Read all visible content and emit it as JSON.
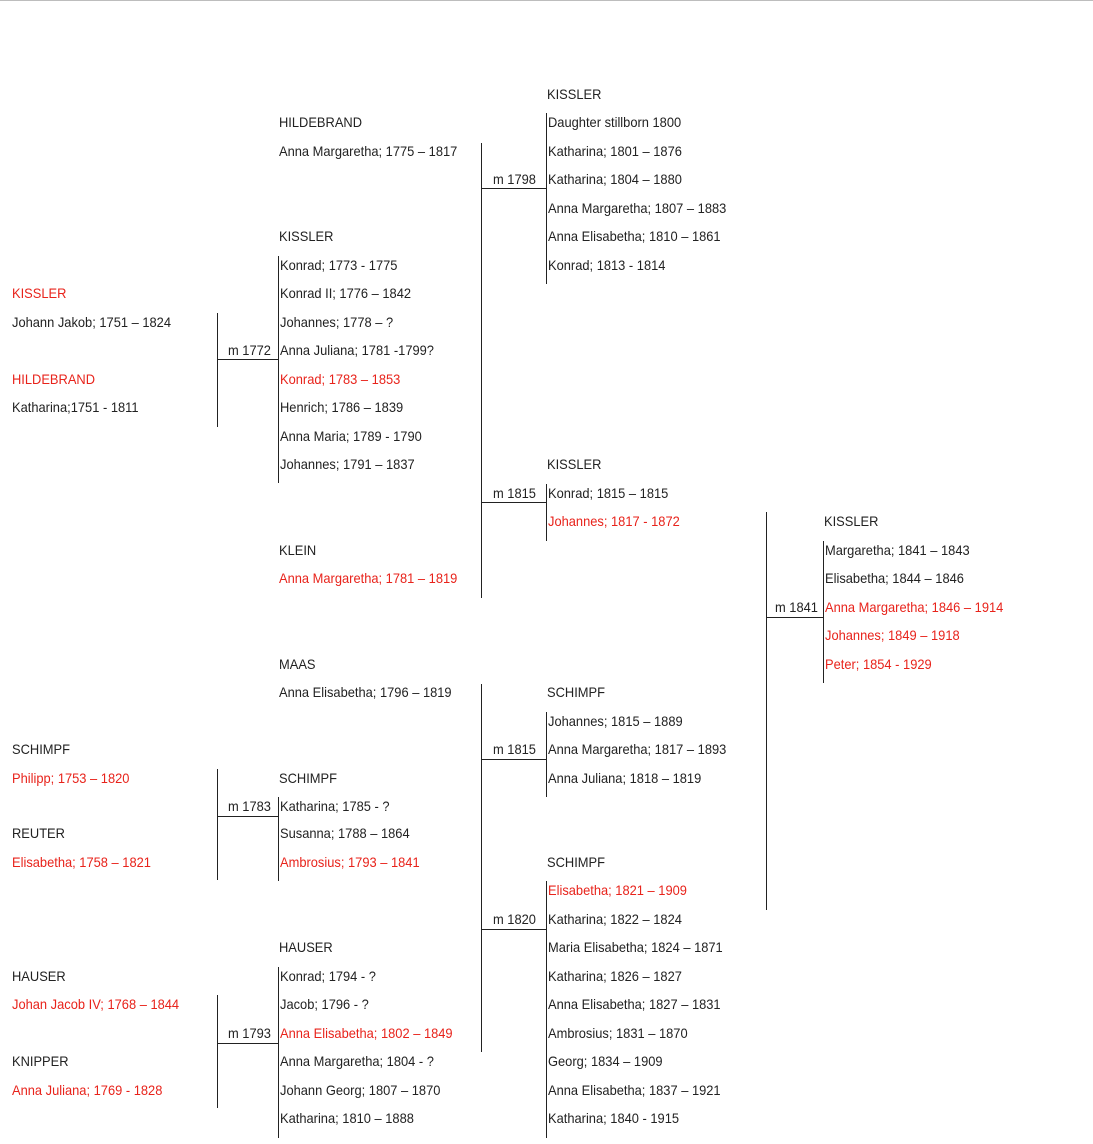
{
  "couples": {
    "c1": {
      "husband": {
        "surname": "KISSLER",
        "name": "Johann Jakob; 1751 – 1824"
      },
      "wife": {
        "surname": "HILDEBRAND",
        "name": "Katharina;1751 - 1811"
      },
      "marriage": "m 1772",
      "children_surname": "KISSLER",
      "children": [
        "Konrad; 1773 - 1775",
        "Konrad II; 1776 – 1842",
        "Johannes; 1778 – ?",
        "Anna Juliana; 1781 -1799?",
        "Konrad; 1783 – 1853",
        "Henrich; 1786 – 1839",
        "Anna Maria; 1789 - 1790",
        "Johannes; 1791 – 1837"
      ]
    },
    "c2": {
      "husband": {
        "surname": "SCHIMPF",
        "name": "Philipp; 1753 – 1820"
      },
      "wife": {
        "surname": "REUTER",
        "name": "Elisabetha; 1758 – 1821"
      },
      "marriage": "m 1783",
      "children_surname": "SCHIMPF",
      "children": [
        "Katharina; 1785 - ?",
        "Susanna; 1788 – 1864",
        "Ambrosius; 1793 – 1841"
      ]
    },
    "c3": {
      "husband": {
        "surname": "HAUSER",
        "name": "Johan Jacob IV; 1768 – 1844"
      },
      "wife": {
        "surname": "KNIPPER",
        "name": "Anna Juliana; 1769 - 1828"
      },
      "marriage": "m 1793",
      "children_surname": "HAUSER",
      "children": [
        "Konrad; 1794 - ?",
        "Jacob; 1796 - ?",
        "Anna Elisabetha; 1802 – 1849",
        "Anna Margaretha; 1804 - ?",
        "Johann Georg; 1807 – 1870",
        "Katharina; 1810 – 1888"
      ]
    },
    "c4": {
      "first_wife": {
        "surname": "HILDEBRAND",
        "name": "Anna Margaretha; 1775 – 1817"
      },
      "second_wife": {
        "surname": "KLEIN",
        "name": "Anna Margaretha; 1781 – 1819"
      },
      "marriage1": "m 1798",
      "marriage2": "m 1815",
      "children1_surname": "KISSLER",
      "children1": [
        "Daughter stillborn 1800",
        "Katharina; 1801 – 1876",
        "Katharina; 1804 – 1880",
        "Anna Margaretha; 1807 – 1883",
        "Anna Elisabetha; 1810 – 1861",
        "Konrad; 1813 - 1814"
      ],
      "children2_surname": "KISSLER",
      "children2": [
        "Konrad; 1815 – 1815",
        "Johannes; 1817 - 1872"
      ]
    },
    "c5": {
      "first_wife": {
        "surname": "MAAS",
        "name": "Anna Elisabetha; 1796 – 1819"
      },
      "marriage1": "m 1815",
      "marriage2": "m 1820",
      "children1_surname": "SCHIMPF",
      "children1": [
        "Johannes; 1815 – 1889",
        "Anna Margaretha; 1817 – 1893",
        "Anna Juliana; 1818 – 1819"
      ],
      "children2_surname": "SCHIMPF",
      "children2": [
        "Elisabetha; 1821 – 1909",
        "Katharina; 1822 – 1824",
        "Maria Elisabetha; 1824 – 1871",
        "Katharina; 1826 – 1827",
        "Anna Elisabetha; 1827 – 1831",
        "Ambrosius; 1831 – 1870",
        "Georg; 1834  – 1909",
        "Anna Elisabetha; 1837 – 1921",
        "Katharina; 1840 - 1915"
      ]
    },
    "c6": {
      "marriage": "m 1841",
      "children_surname": "KISSLER",
      "children": [
        "Margaretha; 1841 – 1843",
        "Elisabetha; 1844 – 1846",
        "Anna Margaretha; 1846 – 1914",
        "Johannes; 1849 – 1918",
        "Peter; 1854 - 1929"
      ]
    }
  },
  "colors": {
    "text": "#222222",
    "highlight": "#e8231b",
    "line": "#222222"
  }
}
